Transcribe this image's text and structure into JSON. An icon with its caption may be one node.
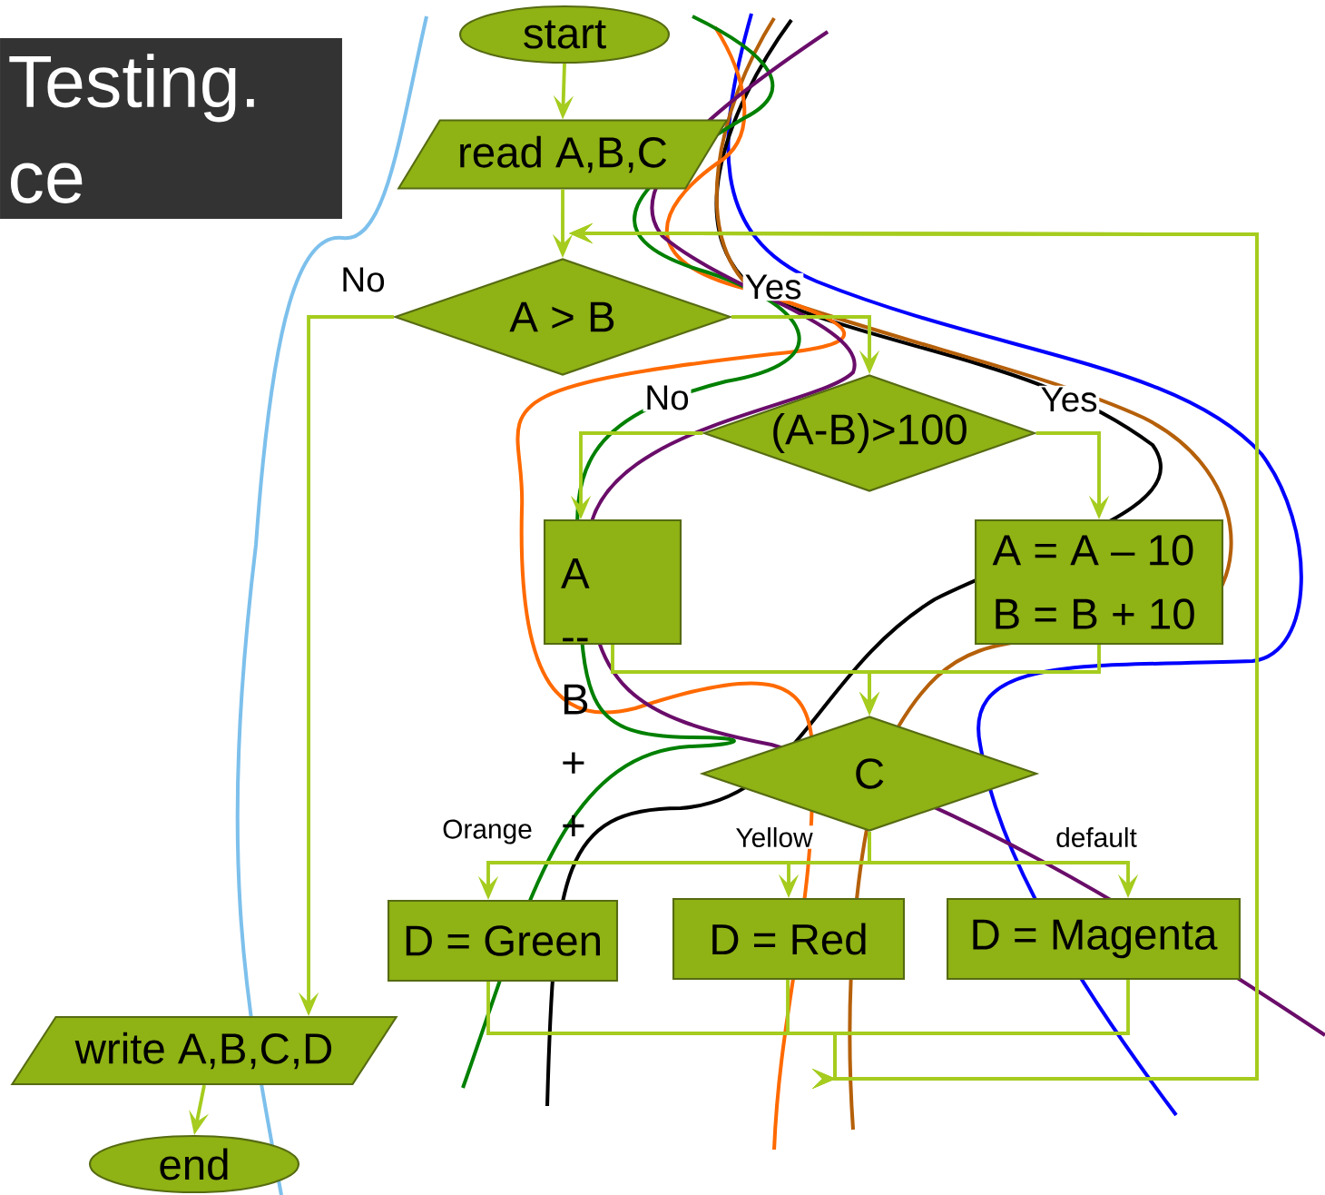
{
  "diagram": {
    "nodes": [
      {
        "text": [
          "Testing. ce"
        ]
      },
      {
        "text": [
          "start"
        ]
      },
      {
        "text": [
          "read A,B,C"
        ]
      },
      {
        "text": [
          "A > B"
        ]
      },
      {
        "text": [
          "(A-B)>100"
        ]
      },
      {
        "text": [
          "A -- B + +"
        ]
      },
      {
        "text": [
          "A = A – 10 B = B + 10"
        ]
      },
      {
        "text": [
          "C"
        ]
      },
      {
        "text": [
          "D = Green"
        ]
      },
      {
        "text": [
          "D = Red"
        ]
      },
      {
        "text": [
          "D = Magenta"
        ]
      },
      {
        "text": [
          "write A,B,C,D"
        ]
      },
      {
        "text": [
          "end"
        ]
      }
    ],
    "edges": [
      {
        "from": 1,
        "to": 2,
        "arrow": "to"
      },
      {
        "from": 2,
        "to": 3,
        "arrow": "to"
      },
      {
        "from": 3,
        "to": 4,
        "arrow": "to",
        "label": "Yes"
      },
      {
        "from": 3,
        "to": 11,
        "arrow": "to",
        "label": "No"
      },
      {
        "from": 4,
        "to": 5,
        "arrow": "to",
        "label": "No"
      },
      {
        "from": 4,
        "to": 6,
        "arrow": "to",
        "label": "Yes"
      },
      {
        "from": 5,
        "to": 7,
        "arrow": "to"
      },
      {
        "from": 6,
        "to": 7,
        "arrow": "to"
      },
      {
        "from": 7,
        "to": 8,
        "arrow": "to",
        "label": "Orange"
      },
      {
        "from": 7,
        "to": 9,
        "arrow": "to",
        "label": "Yellow"
      },
      {
        "from": 7,
        "to": 10,
        "arrow": "to",
        "label": "default"
      },
      {
        "from": 8,
        "to": 3,
        "arrow": "to"
      },
      {
        "from": 9,
        "to": 3,
        "arrow": "to"
      },
      {
        "from": 10,
        "to": 3,
        "arrow": "to"
      },
      {
        "from": 11,
        "to": 12,
        "arrow": "to"
      }
    ]
  }
}
